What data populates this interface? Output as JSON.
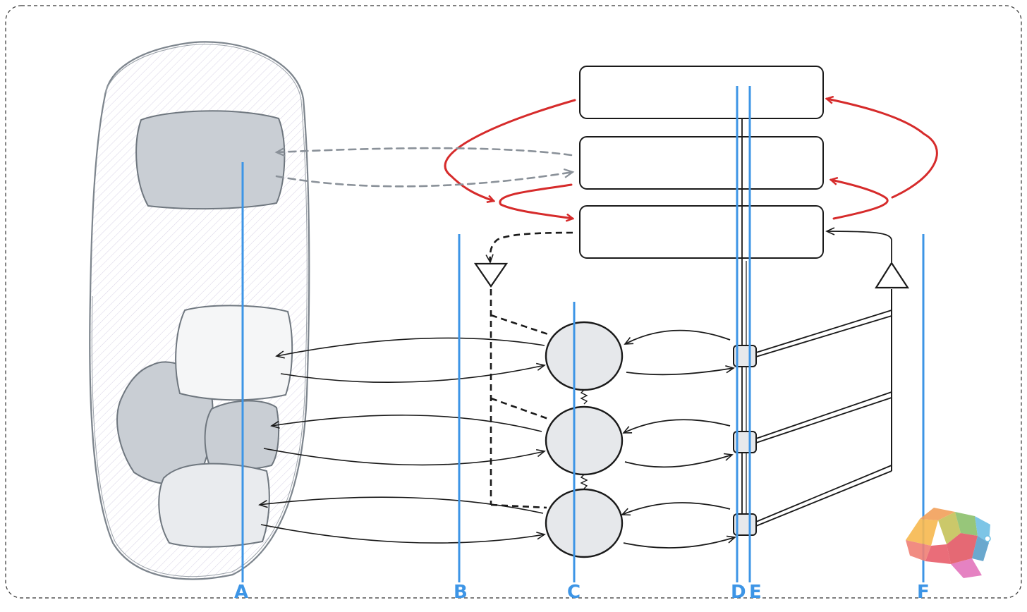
{
  "markers": [
    {
      "id": "A",
      "label": "A"
    },
    {
      "id": "B",
      "label": "B"
    },
    {
      "id": "C",
      "label": "C"
    },
    {
      "id": "D",
      "label": "D"
    },
    {
      "id": "E",
      "label": "E"
    },
    {
      "id": "F",
      "label": "F"
    }
  ],
  "colors": {
    "marker": "#3d95e6",
    "loop_arrow": "#d62b2b",
    "ink": "#1a1a1a",
    "gray_arrow": "#8a9199",
    "region_fill": "#e9ebee",
    "region_dark": "#c9ced4",
    "region_light": "#f5f6f7",
    "cell_fill": "#e6e8eb"
  },
  "icons": [
    "brain-logo"
  ]
}
